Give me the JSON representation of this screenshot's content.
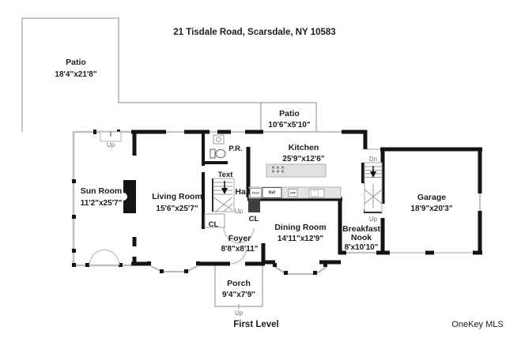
{
  "header": {
    "address": "21 Tisdale Road, Scarsdale, NY 10583"
  },
  "footer": {
    "level": "First Level",
    "watermark": "OneKey MLS"
  },
  "rooms": {
    "patio_large": {
      "name": "Patio",
      "dims": "18'4\"x21'8\""
    },
    "patio_small": {
      "name": "Patio",
      "dims": "10'6\"x5'10\""
    },
    "sun_room": {
      "name": "Sun Room",
      "dims": "11'2\"x25'7\""
    },
    "living_room": {
      "name": "Living Room",
      "dims": "15'6\"x25'7\""
    },
    "kitchen": {
      "name": "Kitchen",
      "dims": "25'9\"x12'6\""
    },
    "dining_room": {
      "name": "Dining Room",
      "dims": "14'11\"x12'9\""
    },
    "breakfast_nook": {
      "line1": "Breakfast",
      "line2": "Nook",
      "dims": "8'x10'10\""
    },
    "garage": {
      "name": "Garage",
      "dims": "18'9\"x20'3\""
    },
    "foyer": {
      "name": "Foyer",
      "dims": "8'8\"x8'11\""
    },
    "porch": {
      "name": "Porch",
      "dims": "9'4\"x7'9\""
    },
    "powder_room": {
      "name": "P.R."
    },
    "hall": {
      "name": "Hall"
    },
    "text_label": {
      "name": "Text"
    }
  },
  "annotations": {
    "up": "Up",
    "down": "Dn",
    "closet": "CL"
  },
  "appliances": {
    "oven": "Oven",
    "fridge": "Ref",
    "dishwasher": "DW"
  },
  "colors": {
    "wall": "#141414",
    "thin_wall": "#c0c0c0",
    "outline": "#b0b0b0",
    "counter_fill": "#e4e4e4",
    "watermark": "#b8b8b8"
  }
}
